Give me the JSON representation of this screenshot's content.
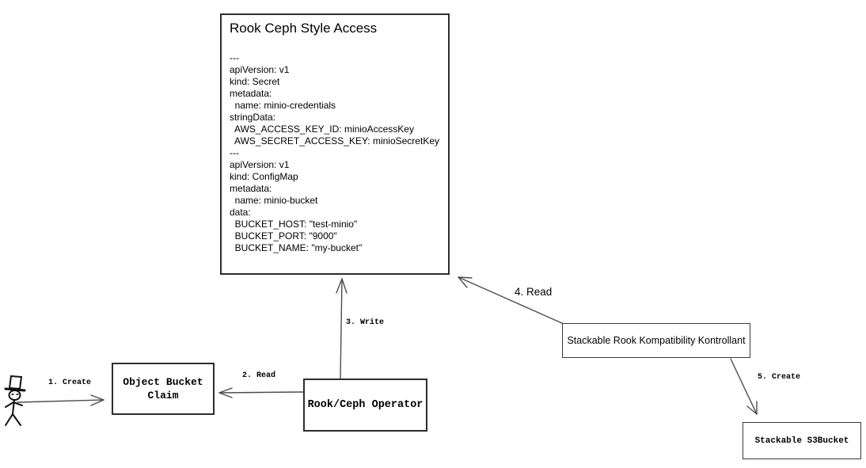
{
  "main_box": {
    "title": "Rook Ceph Style Access",
    "yaml_lines": [
      "---",
      "apiVersion: v1",
      "kind: Secret",
      "metadata:",
      "  name: minio-credentials",
      "stringData:",
      "  AWS_ACCESS_KEY_ID: minioAccessKey",
      "  AWS_SECRET_ACCESS_KEY: minioSecretKey",
      "---",
      "apiVersion: v1",
      "kind: ConfigMap",
      "metadata:",
      "  name: minio-bucket",
      "data:",
      "  BUCKET_HOST: \"test-minio\"",
      "  BUCKET_PORT: \"9000\"",
      "  BUCKET_NAME: \"my-bucket\""
    ]
  },
  "nodes": {
    "object_bucket_claim": "Object Bucket\nClaim",
    "rook_ceph_operator": "Rook/Ceph Operator",
    "stackable_kontrollant": "Stackable Rook Kompatibility Kontrollant",
    "stackable_s3bucket": "Stackable S3Bucket"
  },
  "arrow_labels": {
    "step1": "1. Create",
    "step2": "2. Read",
    "step3": "3. Write",
    "step4": "4. Read",
    "step5": "5. Create"
  },
  "icons": {
    "user": "stick-figure-user-icon"
  },
  "colors": {
    "background": "#ffffff",
    "box_border": "#2d2d2d",
    "arrow_stroke": "#4d4d4d",
    "text": "#000000"
  }
}
